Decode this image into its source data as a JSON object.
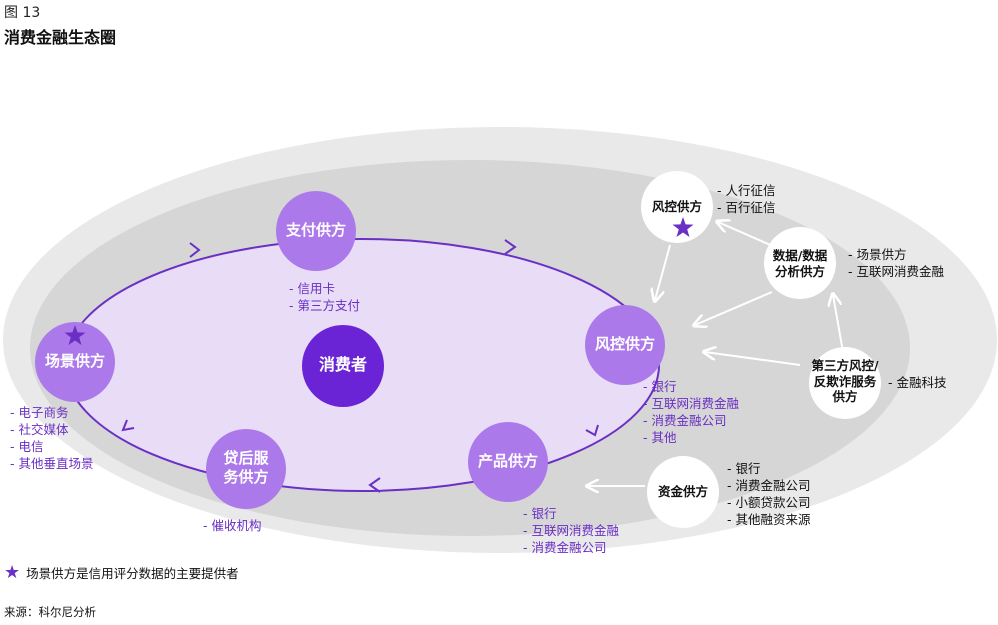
{
  "figure": {
    "number": "图 13",
    "title": "消费金融生态圈"
  },
  "center": {
    "label": "消费者"
  },
  "purple_nodes": {
    "payment": {
      "label": "支付供方",
      "items": [
        "信用卡",
        "第三方支付"
      ]
    },
    "risk": {
      "label": "风控供方",
      "items": [
        "银行",
        "互联网消费金融",
        "消费金融公司",
        "其他"
      ]
    },
    "product": {
      "label": "产品供方",
      "items": [
        "银行",
        "互联网消费金融",
        "消费金融公司"
      ]
    },
    "postloan": {
      "label_line1": "贷后服",
      "label_line2": "务供方",
      "items": [
        "催收机构"
      ]
    },
    "scene": {
      "label": "场景供方",
      "items": [
        "电子商务",
        "社交媒体",
        "电信",
        "其他垂直场景"
      ]
    }
  },
  "white_nodes": {
    "risk_control": {
      "label": "风控供方",
      "items": [
        "人行征信",
        "百行征信"
      ]
    },
    "data": {
      "label_line1": "数据/数据",
      "label_line2": "分析供方",
      "items": [
        "场景供方",
        "互联网消费金融"
      ]
    },
    "third_party": {
      "label_line1": "第三方风控/",
      "label_line2": "反欺诈服务",
      "label_line3": "供方",
      "items": [
        "金融科技"
      ]
    },
    "funding": {
      "label": "资金供方",
      "items": [
        "银行",
        "消费金融公司",
        "小额贷款公司",
        "其他融资来源"
      ]
    }
  },
  "footnote": {
    "star_icon": "star-icon",
    "text": "场景供方是信用评分数据的主要提供者"
  },
  "source": "来源：科尔尼分析",
  "colors": {
    "outer_ellipse": "#e9e9e9",
    "mid_ellipse": "#d9d9d9",
    "inner_ellipse": "#e8dcf6",
    "ring_stroke": "#6a2fc4",
    "purple_node": "#ac79ea",
    "center_node": "#6a24d6",
    "accent": "#6a2fc4"
  }
}
